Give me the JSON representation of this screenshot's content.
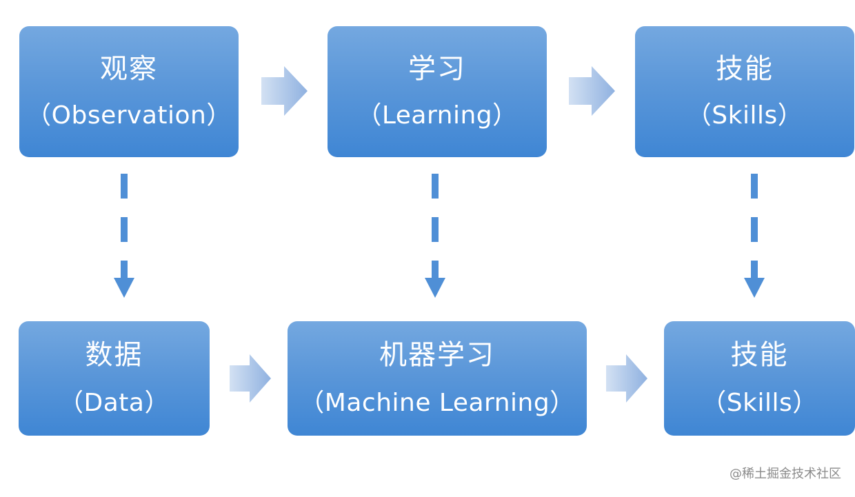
{
  "diagram": {
    "top_row": [
      {
        "zh": "观察",
        "en": "（Observation）"
      },
      {
        "zh": "学习",
        "en": "（Learning）"
      },
      {
        "zh": "技能",
        "en": "（Skills）"
      }
    ],
    "bottom_row": [
      {
        "zh": "数据",
        "en": "（Data）"
      },
      {
        "zh": "机器学习",
        "en": "（Machine Learning）"
      },
      {
        "zh": "技能",
        "en": "（Skills）"
      }
    ]
  },
  "watermark": "@稀土掘金技术社区",
  "colors": {
    "box_top": "#74a8e0",
    "box_bottom": "#3f86d4",
    "arrow_light": "#c8d9ef",
    "arrow_dark": "#8fb1e0",
    "dashed_arrow": "#4f8fd6"
  }
}
